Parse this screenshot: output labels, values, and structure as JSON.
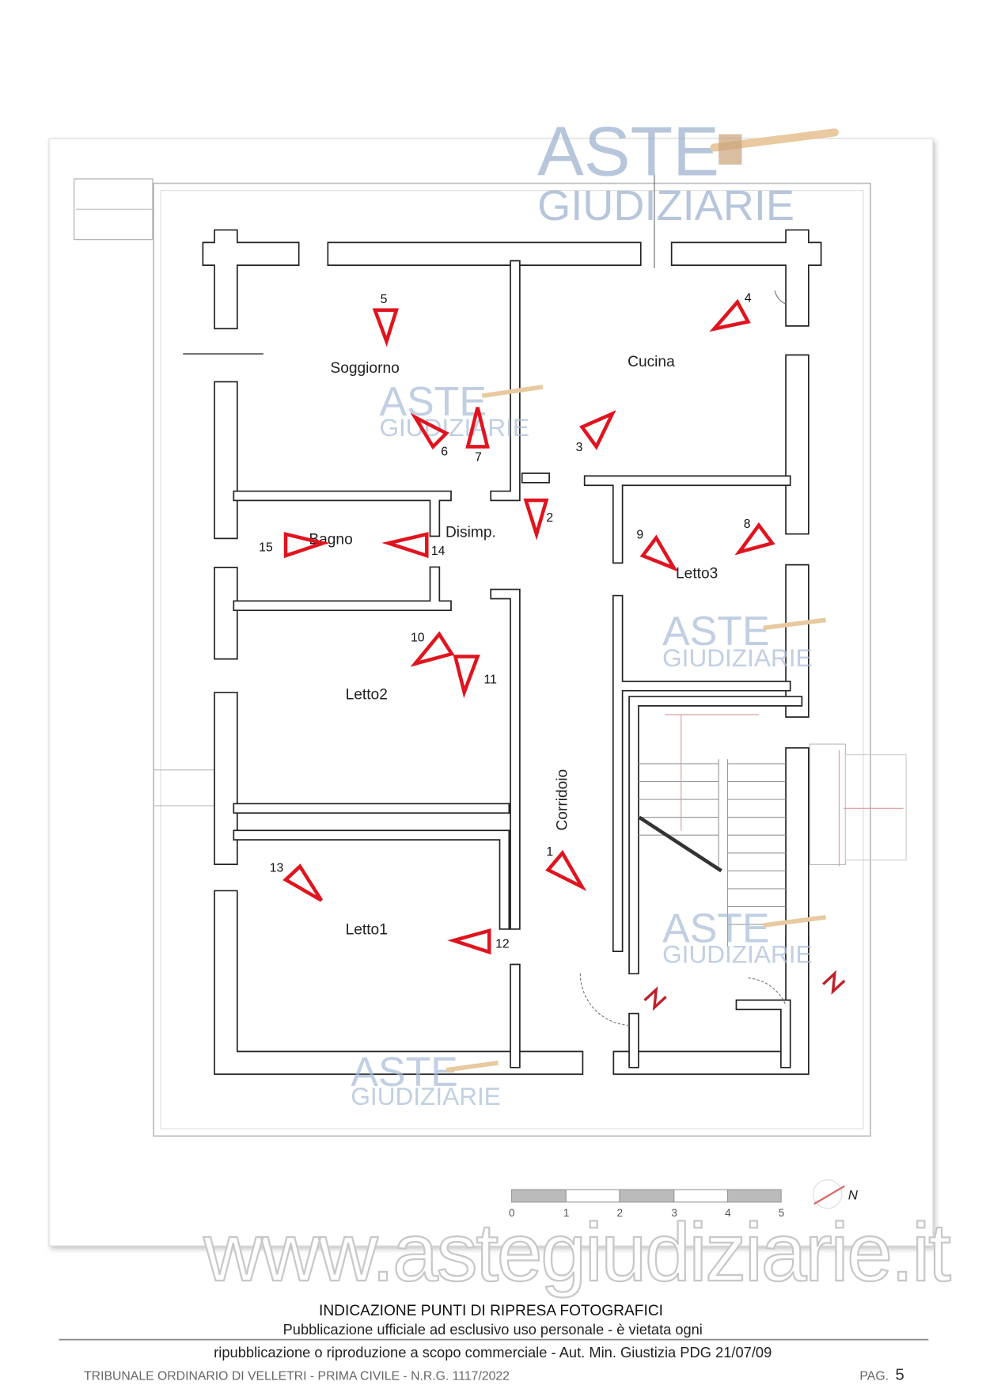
{
  "watermark": {
    "line1": "ASTE",
    "line2": "GIUDIZIARIE",
    "site": "www.astegiudiziarie.it"
  },
  "rooms": {
    "soggiorno": "Soggiorno",
    "cucina": "Cucina",
    "disimp": "Disimp.",
    "bagno": "Bagno",
    "letto3": "Letto3",
    "letto2": "Letto2",
    "letto1": "Letto1",
    "corridoio": "Corridoio"
  },
  "markers": [
    "1",
    "2",
    "3",
    "4",
    "5",
    "6",
    "7",
    "8",
    "9",
    "10",
    "11",
    "12",
    "13",
    "14",
    "15"
  ],
  "scale": {
    "ticks": [
      "0",
      "1",
      "2",
      "3",
      "4",
      "5"
    ],
    "north": "N"
  },
  "caption": "INDICAZIONE PUNTI DI RIPRESA FOTOGRAFICI",
  "footer": {
    "left": "TRIBUNALE ORDINARIO DI VELLETRI - PRIMA CIVILE - N.R.G. 1117/2022",
    "notice1": "Pubblicazione ufficiale ad esclusivo uso personale - è vietata ogni",
    "notice2": "ripubblicazione o riproduzione a scopo commerciale - Aut. Min. Giustizia PDG 21/07/09",
    "page_label": "PAG.",
    "page_num": "5"
  },
  "colors": {
    "marker": "#e0141e",
    "watermark": "#9fb3cf"
  }
}
